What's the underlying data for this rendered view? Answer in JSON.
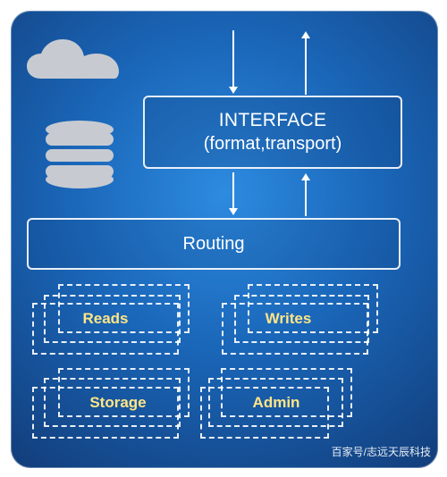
{
  "diagram": {
    "interface": {
      "title": "INTERFACE",
      "subtitle": "(format,transport)"
    },
    "routing": {
      "label": "Routing"
    },
    "modules": {
      "reads": "Reads",
      "writes": "Writes",
      "storage": "Storage",
      "admin": "Admin"
    },
    "icons": {
      "cloud": "cloud-icon",
      "database": "database-icon"
    }
  },
  "watermark": {
    "text": "百家号/志远天辰科技"
  },
  "colors": {
    "panel_center": "#2d8be0",
    "panel_mid": "#1a66b8",
    "panel_edge": "#123d7a",
    "module_label": "#ffe585",
    "icon_gray": "#c7cbd1"
  }
}
